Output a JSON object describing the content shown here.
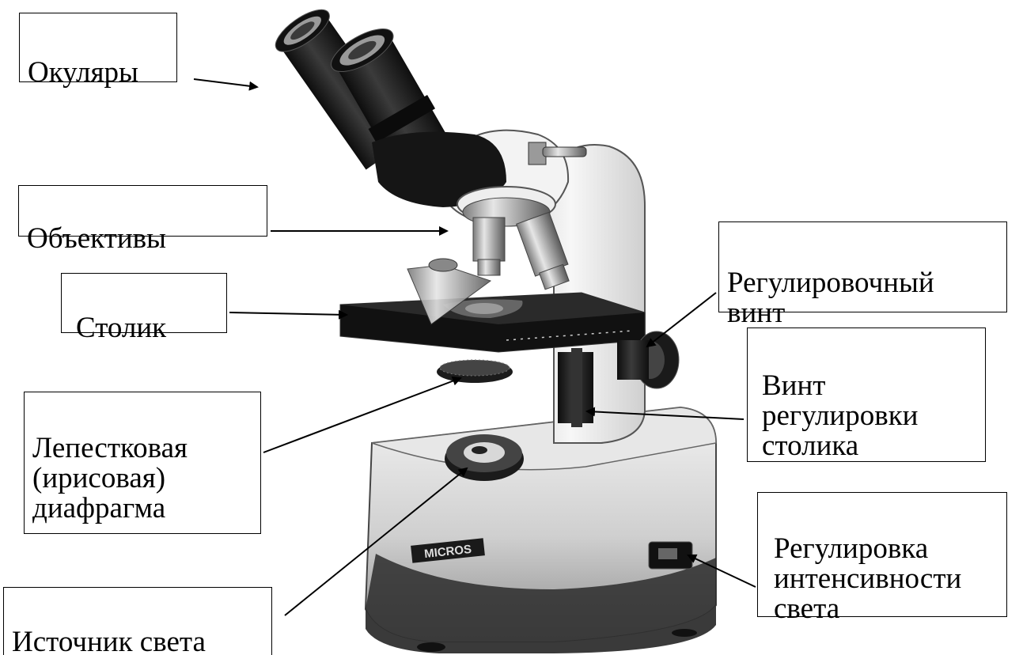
{
  "diagram": {
    "labels": {
      "eyepieces": "Окуляры",
      "objectives": "Объективы",
      "stage": "Столик",
      "iris_diaphragm": "Лепестковая\n(ирисовая)\nдиафрагма",
      "light_source": "Источник света",
      "adjustment_screw": "Регулировочный\nвинт",
      "stage_adjust_screw": "Винт\nрегулировки\nстолика",
      "light_intensity": "Регулировка\nинтенсивности\nсвета"
    },
    "base_brand": "MICROS"
  },
  "colors": {
    "ink": "#000000",
    "body_white": "#eeeeee",
    "metal_dark": "#1a1a1a",
    "metal_mid": "#6a6a6a",
    "chrome": "#b8b8b8"
  }
}
